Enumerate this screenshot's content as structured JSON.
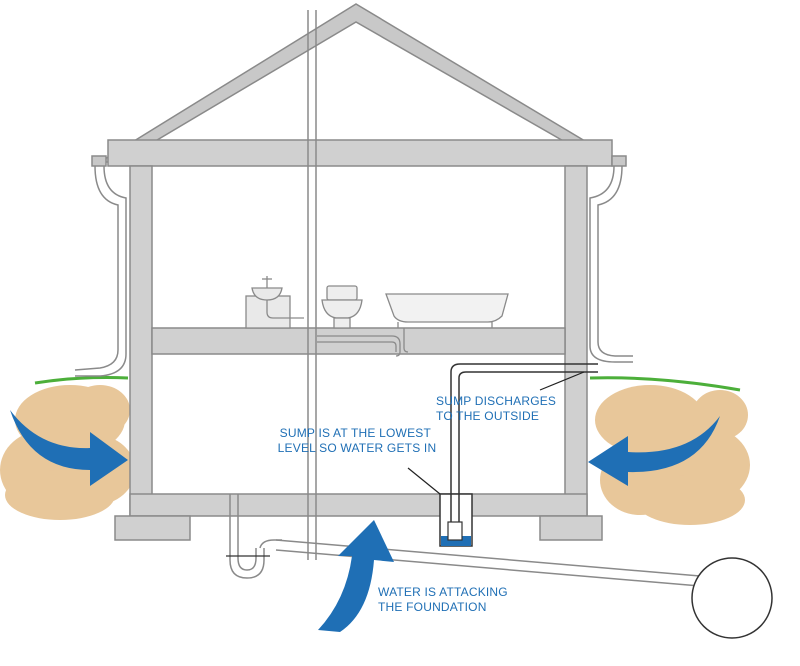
{
  "annotations": {
    "sump_location": [
      "SUMP IS AT THE LOWEST",
      "LEVEL SO WATER GETS IN"
    ],
    "sump_discharge": [
      "SUMP DISCHARGES",
      "TO THE OUTSIDE"
    ],
    "water_attack": [
      "WATER IS ATTACKING",
      "THE FOUNDATION"
    ]
  },
  "colors": {
    "wall": "#d0d0d0",
    "outline": "#8a8a8a",
    "soil": "#e8c79a",
    "arrow": "#1f6fb5",
    "grass": "#4caf3a",
    "water": "#1f6fb5",
    "label_text": "#1f6fb5"
  },
  "icons": [
    "roof",
    "gutter-downspout",
    "sink-icon",
    "toilet-icon",
    "bathtub-icon",
    "sump-pit-icon",
    "p-trap-icon",
    "drain-pipe-icon",
    "sewer-outlet-icon"
  ]
}
